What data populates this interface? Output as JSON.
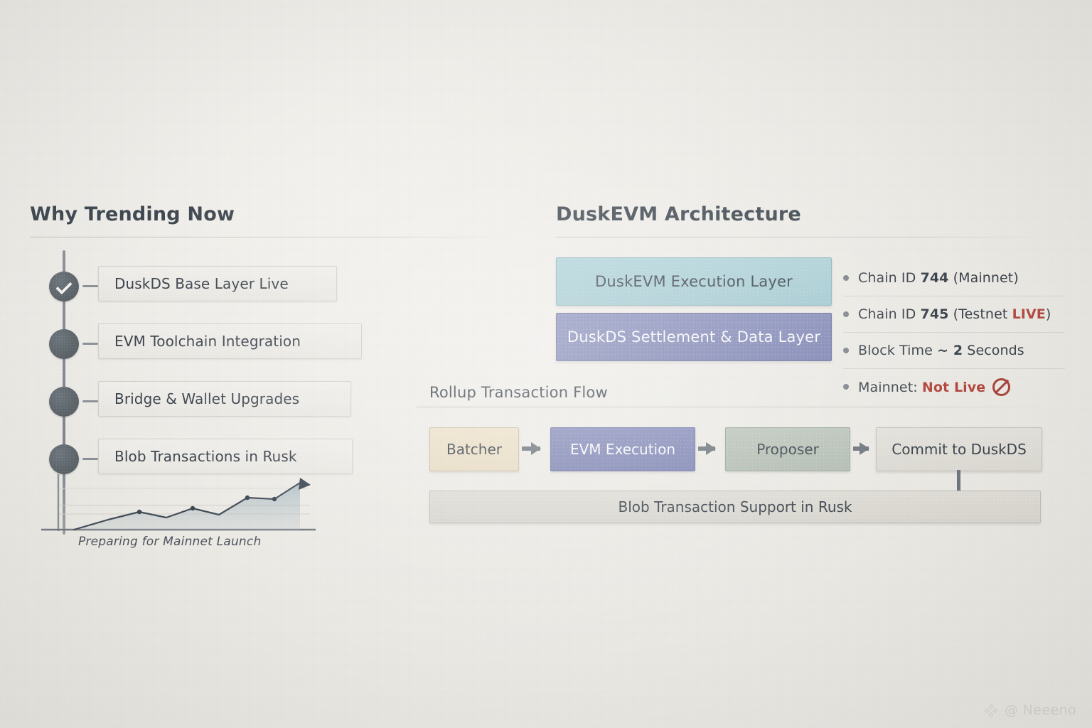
{
  "canvas": {
    "background": "#eceae6",
    "accent_teal": "#a8cdd4",
    "accent_purple": "#828ab4",
    "accent_beige": "#e8dcc4",
    "accent_sage": "#b5c0b5",
    "accent_red": "#b2453c",
    "ink": "#3a424b"
  },
  "left": {
    "title": "Why Trending Now",
    "timeline": [
      {
        "label": "DuskDS Base Layer Live",
        "icon": "check-circle-icon",
        "completed": true
      },
      {
        "label": "EVM Toolchain Integration",
        "icon": "dot-icon",
        "completed": false
      },
      {
        "label": "Bridge & Wallet Upgrades",
        "icon": "dot-icon",
        "completed": false
      },
      {
        "label": "Blob Transactions in Rusk",
        "icon": "dot-icon",
        "completed": false
      }
    ],
    "chart_caption": "Preparing for Mainnet Launch"
  },
  "right": {
    "title": "DuskEVM Architecture",
    "layers": [
      {
        "label": "DuskEVM Execution Layer",
        "color": "#a8cdd4"
      },
      {
        "label": "DuskDS Settlement & Data Layer",
        "color": "#828ab4"
      }
    ],
    "facts": [
      {
        "prefix": "Chain ID ",
        "value": "744",
        "suffix": " (Mainnet)",
        "status": "",
        "status_color": "",
        "icon": ""
      },
      {
        "prefix": "Chain ID ",
        "value": "745",
        "suffix": " (Testnet ",
        "status": "LIVE",
        "status_color": "#b24a41",
        "suffix2": ")",
        "icon": ""
      },
      {
        "prefix": "Block Time ",
        "value": "~ 2",
        "suffix": " Seconds",
        "status": "",
        "status_color": "",
        "icon": ""
      },
      {
        "prefix": "Mainnet: ",
        "value": "",
        "suffix": "",
        "status": "Not Live",
        "status_color": "#b2453c",
        "icon": "no-entry-icon"
      }
    ]
  },
  "flow": {
    "title": "Rollup Transaction Flow",
    "steps": [
      {
        "label": "Batcher",
        "color": "#e8dcc4"
      },
      {
        "label": "EVM Execution",
        "color": "#828ab4"
      },
      {
        "label": "Proposer",
        "color": "#b5c0b5"
      },
      {
        "label": "Commit to DuskDS",
        "color": "#ded ch"
      }
    ],
    "footer_bar": "Blob Transaction Support in Rusk"
  },
  "watermark": {
    "handle": "@ Neeeno",
    "logo": "diamond-gem-icon"
  },
  "chart_data": {
    "type": "area",
    "title": "Preparing for Mainnet Launch",
    "xlabel": "",
    "ylabel": "",
    "x": [
      0,
      1,
      2,
      3,
      4,
      5,
      6,
      7,
      8,
      9
    ],
    "values": [
      0,
      6,
      14,
      22,
      16,
      26,
      19,
      42,
      40,
      62
    ],
    "ylim": [
      0,
      70
    ],
    "grid": true,
    "legend": "none",
    "annotation": "upward trend arrow at series end",
    "marker_points": [
      2,
      4,
      5,
      7,
      8
    ],
    "line_color": "#46505c",
    "fill_color": "#9fb3bd"
  }
}
